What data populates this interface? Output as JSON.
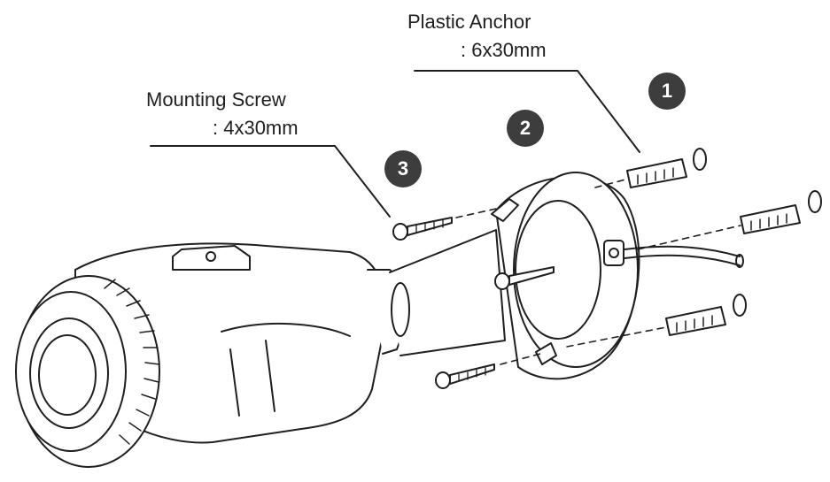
{
  "callouts": {
    "plastic_anchor": {
      "name": "Plastic Anchor",
      "size": ": 6x30mm"
    },
    "mounting_screw": {
      "name": "Mounting Screw",
      "size": ": 4x30mm"
    }
  },
  "steps": [
    "1",
    "2",
    "3"
  ],
  "colors": {
    "ink": "#1f1f1f",
    "badge": "#3d3d3d",
    "badge_text": "#ffffff"
  },
  "icons": [
    "bullet-camera-icon",
    "mounting-base-icon",
    "plastic-anchor-icon",
    "mounting-screw-icon",
    "washer-icon"
  ]
}
